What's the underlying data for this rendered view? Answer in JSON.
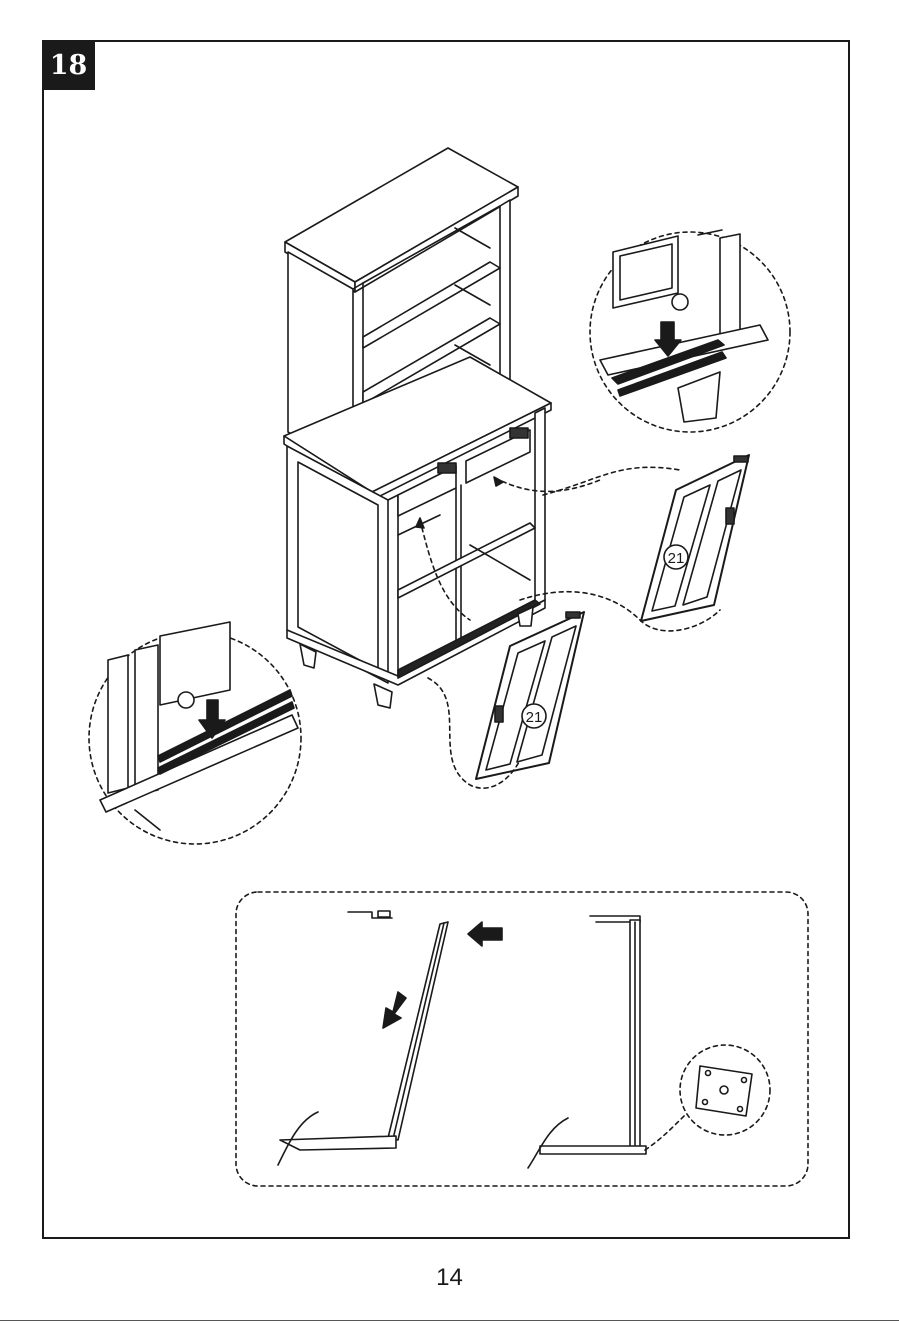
{
  "step": {
    "number": "18"
  },
  "parts": {
    "door_label_left": "21",
    "door_label_right": "21"
  },
  "footer": {
    "page_number": "14"
  }
}
